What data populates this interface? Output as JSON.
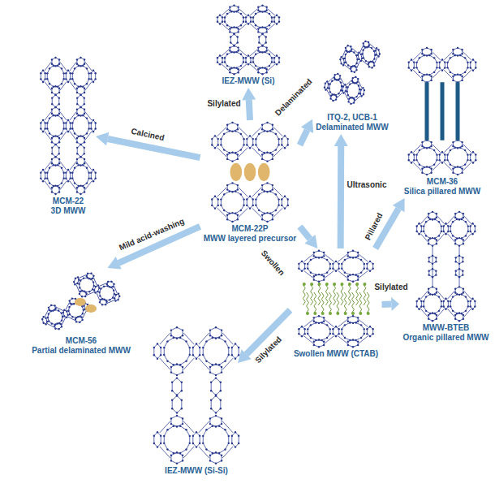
{
  "diagram": {
    "nodes": [
      {
        "text": [
          "IEZ-MWW (Si)"
        ]
      },
      {
        "text": [
          "ITQ-2, UCB-1",
          "Delaminated MWW"
        ]
      },
      {
        "text": [
          "MCM-36",
          "Silica pillared MWW"
        ]
      },
      {
        "text": [
          "MCM-22",
          "3D MWW"
        ]
      },
      {
        "text": [
          "MCM-22P",
          "MWW layered precursor"
        ]
      },
      {
        "text": [
          "MCM-56",
          "Partial delaminated MWW"
        ]
      },
      {
        "text": [
          "Swollen MWW (CTAB)"
        ]
      },
      {
        "text": [
          "MWW-BTEB",
          "Organic pillared MWW"
        ]
      },
      {
        "text": [
          "IEZ-MWW (Si-Si)"
        ]
      }
    ],
    "edges": [
      {
        "from": 4,
        "to": 0,
        "arrow": "to",
        "label": "Silylated"
      },
      {
        "from": 4,
        "to": 3,
        "arrow": "to",
        "label": "Calcined"
      },
      {
        "from": 4,
        "to": 1,
        "arrow": "to",
        "label": "Delaminated"
      },
      {
        "from": 4,
        "to": 5,
        "arrow": "to",
        "label": "Mild acid-washing"
      },
      {
        "from": 4,
        "to": 6,
        "arrow": "to",
        "label": "Swollen"
      },
      {
        "from": 6,
        "to": 1,
        "arrow": "to",
        "label": "Ultrasonic"
      },
      {
        "from": 6,
        "to": 2,
        "arrow": "to",
        "label": "Pillared"
      },
      {
        "from": 6,
        "to": 7,
        "arrow": "to",
        "label": "Silylated"
      },
      {
        "from": 6,
        "to": 8,
        "arrow": "to",
        "label": "Silylated"
      }
    ]
  }
}
